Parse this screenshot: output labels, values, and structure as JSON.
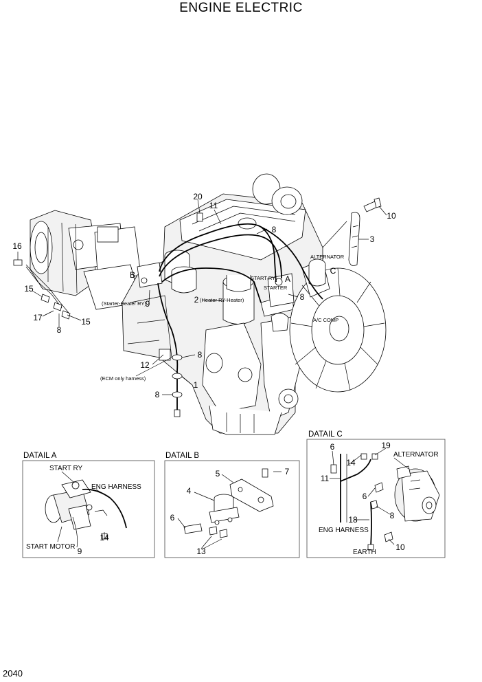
{
  "title": "ENGINE ELECTRIC",
  "page_number": "2040",
  "callouts": {
    "n20": "20",
    "n11": "11",
    "n10": "10",
    "n3": "3",
    "n8a": "8",
    "n16": "16",
    "n15a": "15",
    "n17": "17",
    "n8b": "8",
    "n15b": "15",
    "nB": "B",
    "n9": "9",
    "n2": "2",
    "nA": "A",
    "nC": "C",
    "n8c": "8",
    "n12": "12",
    "n8d": "8",
    "n1": "1",
    "n8e": "8"
  },
  "labels": {
    "starter_heater_ry": "(Starter-Heater RY)",
    "heater_ry_heater": "(Heater RY-Heater)",
    "ecm_only_harness": "(ECM only harness)",
    "alternator": "ALTERNATOR",
    "start_ry": "START RY",
    "starter": "STARTER",
    "ac_comp": "A/C COMP"
  },
  "detail_a": {
    "title": "DATAIL A",
    "start_ry": "START RY",
    "eng_harness": "ENG HARNESS",
    "start_motor": "START MOTOR",
    "n14": "14",
    "n9": "9"
  },
  "detail_b": {
    "title": "DATAIL B",
    "n5": "5",
    "n7": "7",
    "n4": "4",
    "n6": "6",
    "n13": "13"
  },
  "detail_c": {
    "title": "DATAIL C",
    "n6a": "6",
    "n19": "19",
    "alternator": "ALTERNATOR",
    "n14": "14",
    "n11": "11",
    "n6b": "6",
    "n8": "8",
    "n18": "18",
    "eng_harness": "ENG HARNESS",
    "n10": "10",
    "earth": "EARTH"
  }
}
